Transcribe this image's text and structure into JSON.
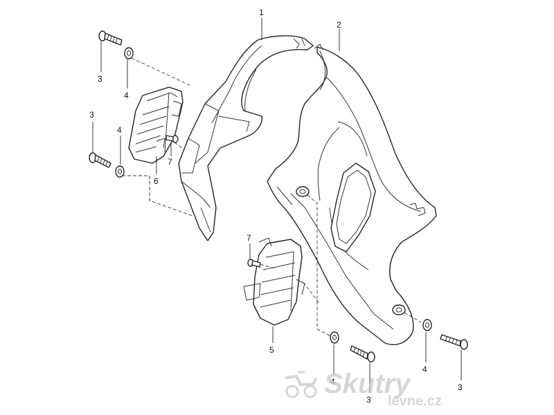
{
  "callouts": {
    "c1": "1",
    "c2": "2",
    "c3a": "3",
    "c4a": "4",
    "c3b": "3",
    "c4b": "4",
    "c7a": "7",
    "c6": "6",
    "c7b": "7",
    "c5": "5",
    "c4c": "4",
    "c3c": "3",
    "c4d": "4",
    "c3d": "3"
  },
  "watermark": {
    "brand": "Skutry",
    "domain": "levne.cz"
  }
}
